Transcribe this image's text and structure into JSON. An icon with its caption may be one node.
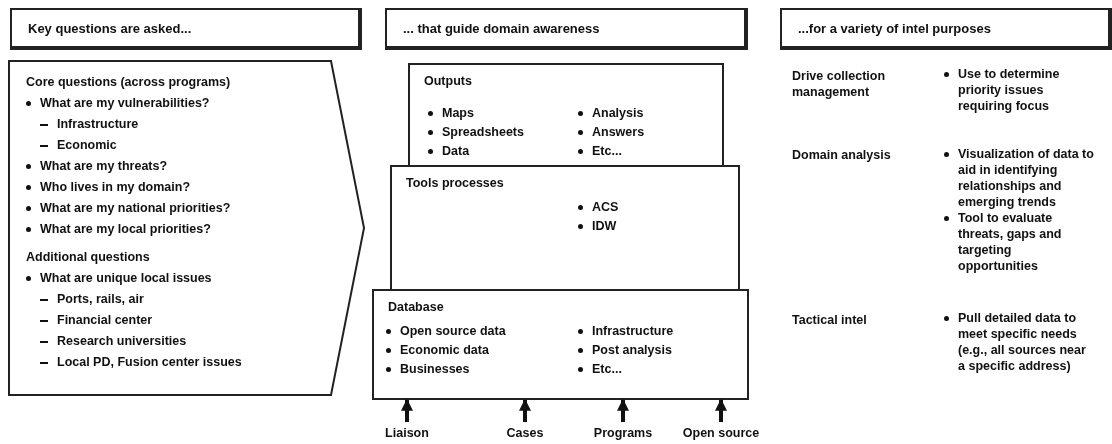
{
  "diagram": {
    "nodes": [
      {
        "text": [
          "Key questions are asked..."
        ]
      },
      {
        "text": [
          "Core questions (across programs)",
          "What are my vulnerabilities?",
          "Infrastructure",
          "Economic",
          "What are my threats?",
          "Who lives in my domain?",
          "What are my national priorities?",
          "What are my local priorities?",
          "Additional questions",
          "What are unique local issues",
          "Ports, rails, air",
          "Financial center",
          "Research universities",
          "Local PD, Fusion center issues"
        ]
      },
      {
        "text": [
          "... that guide domain awareness"
        ]
      },
      {
        "text": [
          "Outputs",
          "Maps",
          "Spreadsheets",
          "Data",
          "Analysis",
          "Answers",
          "Etc..."
        ]
      },
      {
        "text": [
          "Tools processes",
          "ACS",
          "IDW"
        ]
      },
      {
        "text": [
          "Database",
          "Open source data",
          "Economic data",
          "Businesses",
          "Infrastructure",
          "Post analysis",
          "Etc..."
        ]
      },
      {
        "text": [
          "Liaison"
        ]
      },
      {
        "text": [
          "Cases"
        ]
      },
      {
        "text": [
          "Programs"
        ]
      },
      {
        "text": [
          "Open source"
        ]
      },
      {
        "text": [
          "...for a variety of intel purposes"
        ]
      }
    ],
    "edges": [
      {
        "from": 6,
        "to": 5,
        "arrow": "to"
      },
      {
        "from": 7,
        "to": 5,
        "arrow": "to"
      },
      {
        "from": 8,
        "to": 5,
        "arrow": "to"
      },
      {
        "from": 9,
        "to": 5,
        "arrow": "to"
      }
    ],
    "labels": [
      "Drive collection management",
      "Use to determine priority issues requiring focus",
      "Domain analysis",
      "Visualization of data to aid in identifying relationships and emerging trends",
      "Tool to evaluate threats, gaps and targeting opportunities",
      "Tactical intel",
      "Pull detailed data to meet specific needs (e.g., all sources near a specific address)"
    ]
  }
}
